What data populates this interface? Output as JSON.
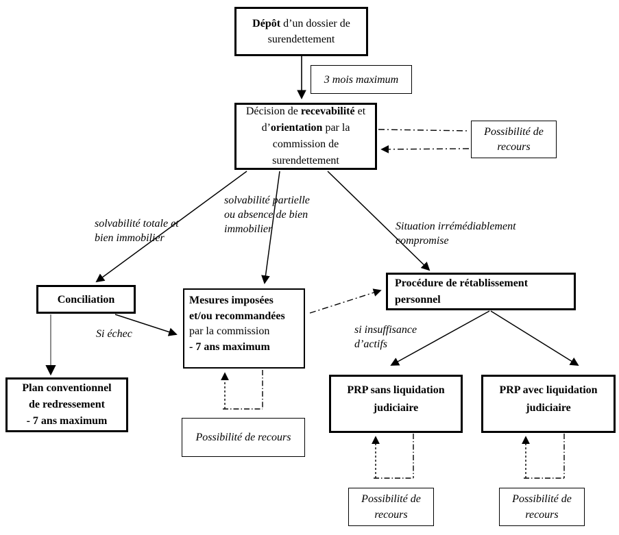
{
  "diagram": {
    "title_hint": "Procédure de traitement du surendettement",
    "colors": {
      "line": "#000000",
      "gray_line": "#7f7f7f",
      "background": "#ffffff",
      "text": "#000000"
    },
    "nodes": {
      "depot": {
        "part_bold": "Dépôt",
        "part_rest": " d’un dossier de surendettement"
      },
      "delay": {
        "label": "3 mois maximum"
      },
      "decision": {
        "p1": "Décision de ",
        "b1": "recevabilité",
        "p2": " et d’",
        "b2": "orientation",
        "p3": " par la commission de surendettement"
      },
      "recours_top": {
        "label": "Possibilité de recours"
      },
      "conciliation": {
        "label": "Conciliation"
      },
      "plan": {
        "l1": "Plan conventionnel",
        "l2": "de redressement",
        "l3": "- 7 ans maximum"
      },
      "mesures": {
        "b1": "Mesures imposées et/ou recommandées",
        "p1": " par la commission",
        "b2": "- 7 ans maximum"
      },
      "recours_mesures": {
        "label": "Possibilité de recours"
      },
      "procedure": {
        "label": "Procédure de rétablissement personnel"
      },
      "prp_sans": {
        "label": "PRP sans liquidation judiciaire"
      },
      "prp_avec": {
        "label": "PRP avec liquidation judiciaire"
      },
      "recours_prp_sans": {
        "label": "Possibilité de recours"
      },
      "recours_prp_avec": {
        "label": "Possibilité de recours"
      }
    },
    "edge_labels": {
      "solvabilite_totale": "solvabilité totale et bien immobilier",
      "solvabilite_partielle": "solvabilité partielle ou absence de bien immobilier",
      "situation_compromise": "Situation irrémédiablement compromise",
      "si_echec": "Si échec",
      "si_insuffisance": "si insuffisance d’actifs"
    }
  }
}
